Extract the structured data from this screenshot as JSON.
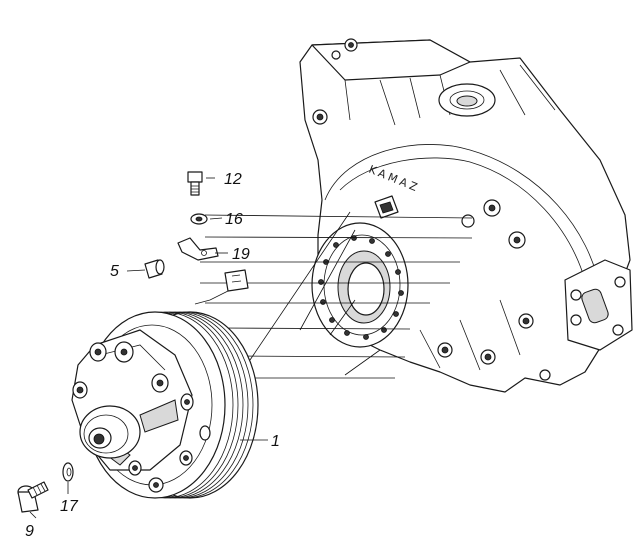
{
  "diagram": {
    "brand_text": "KAMAZ",
    "callouts": [
      {
        "id": "c1",
        "label": "1"
      },
      {
        "id": "c5",
        "label": "5"
      },
      {
        "id": "c9",
        "label": "9"
      },
      {
        "id": "c12",
        "label": "12"
      },
      {
        "id": "c16",
        "label": "16"
      },
      {
        "id": "c17",
        "label": "17"
      },
      {
        "id": "c19",
        "label": "19"
      }
    ]
  }
}
